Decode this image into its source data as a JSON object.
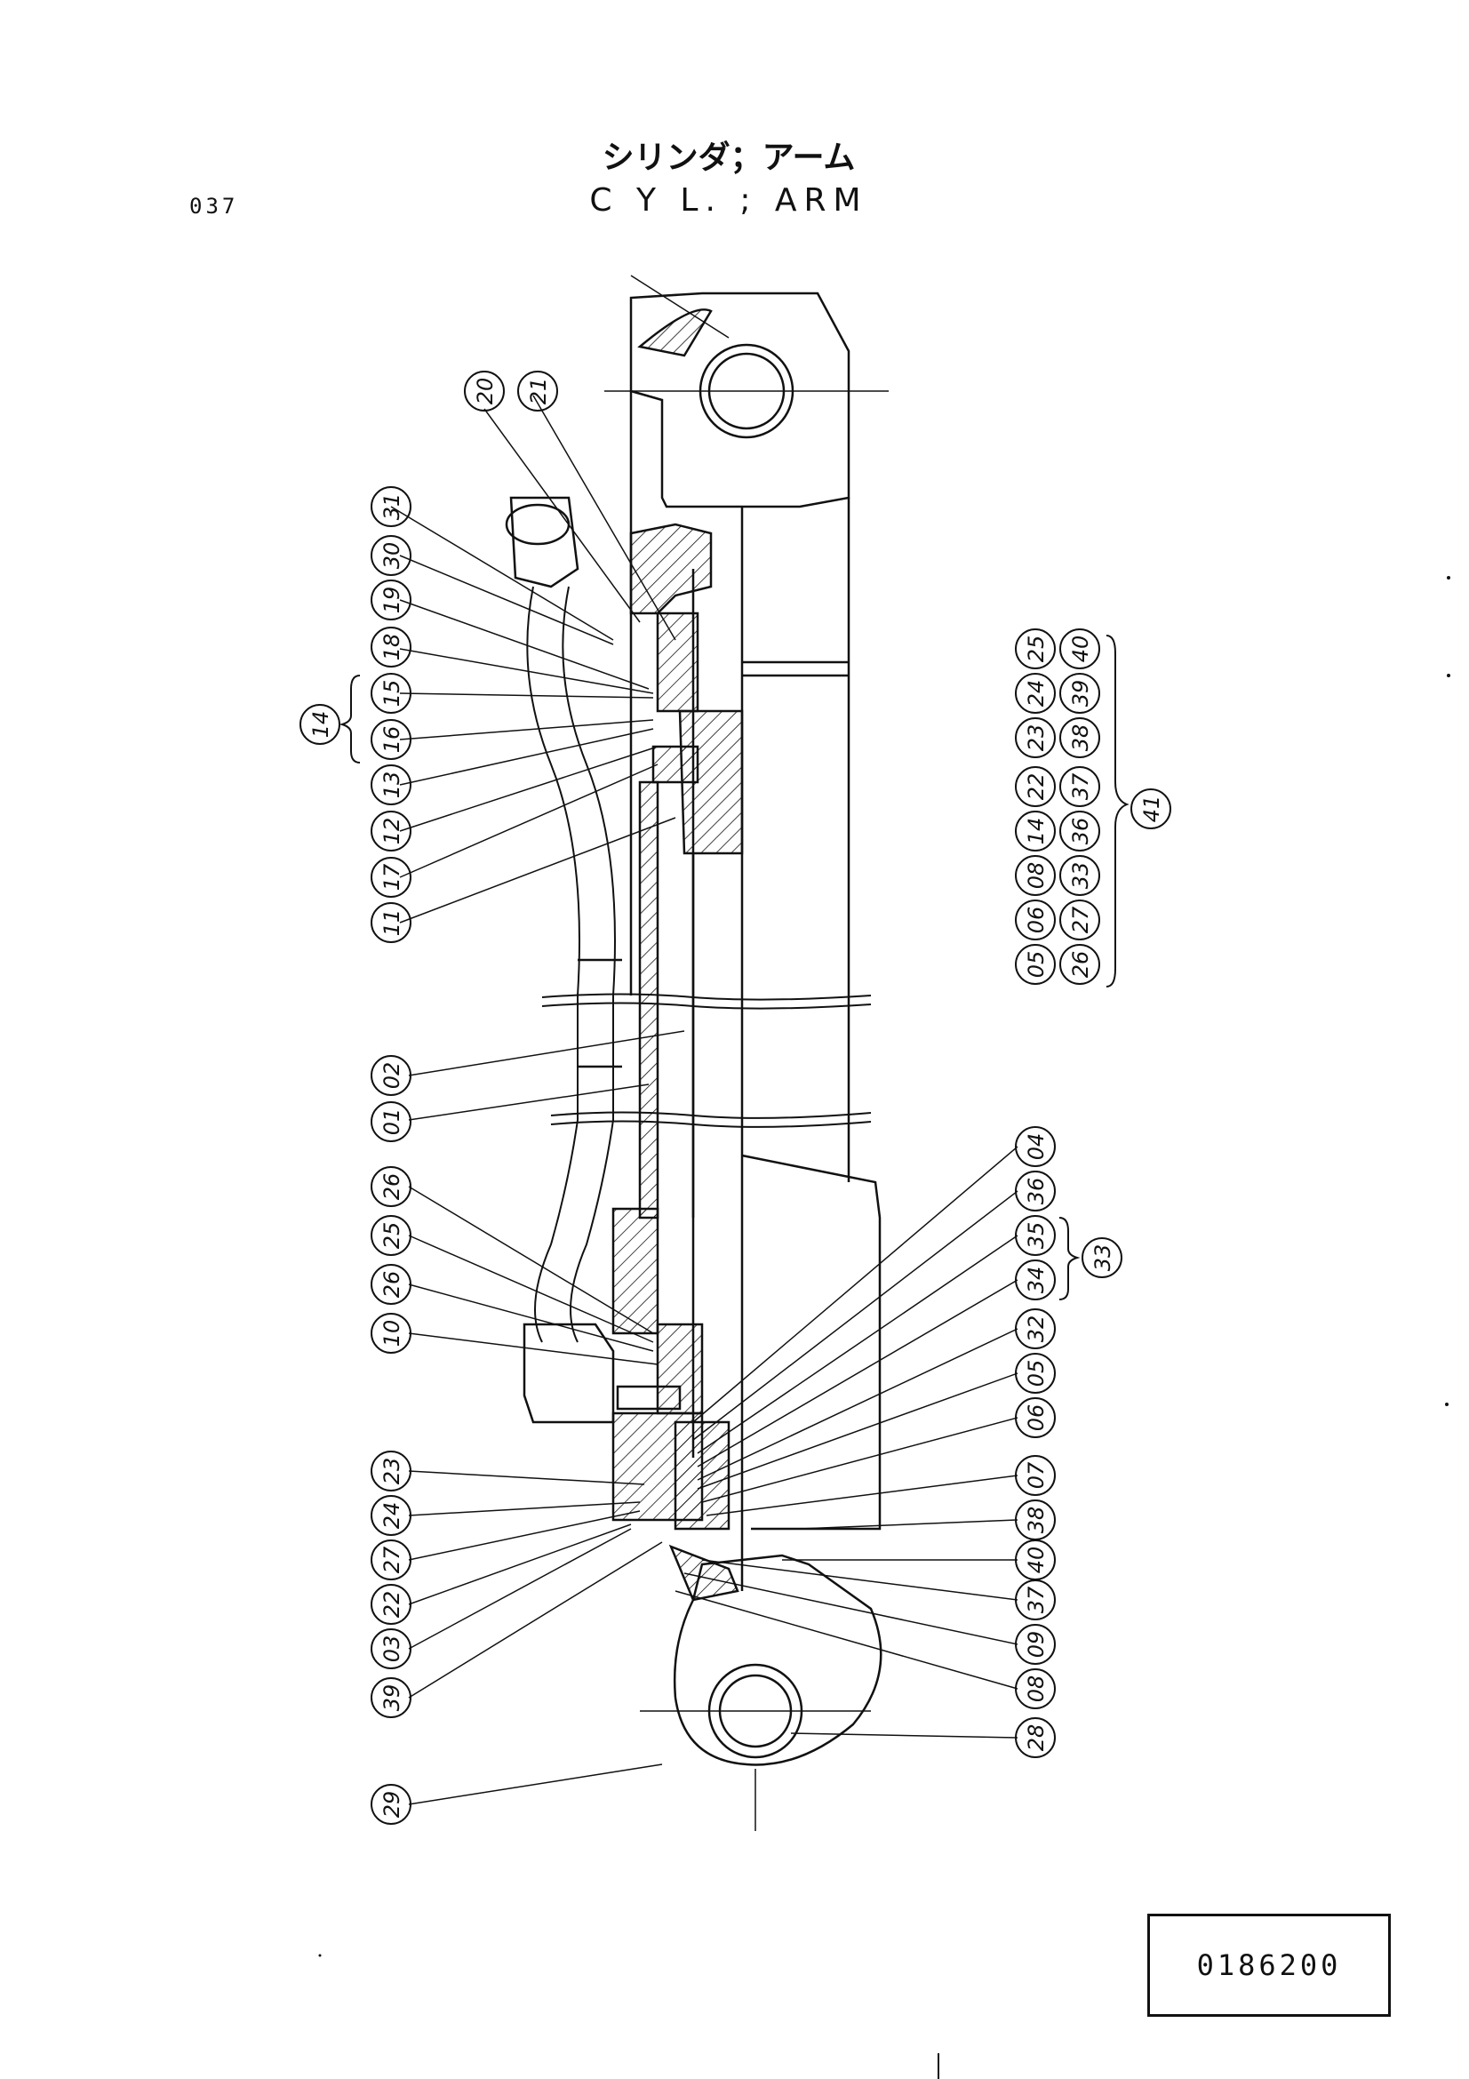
{
  "page_number": "037",
  "title_ja": "シリンダ；アーム",
  "title_en": "C Y L. ; ARM",
  "drawing_number": "0186200",
  "left_callouts": [
    "20",
    "21",
    "31",
    "30",
    "19",
    "18",
    "15",
    "16",
    "13",
    "12",
    "17",
    "11",
    "02",
    "01",
    "26",
    "25",
    "26",
    "10",
    "23",
    "24",
    "27",
    "22",
    "03",
    "39",
    "29"
  ],
  "left_group_label": "14",
  "right_callouts": [
    "04",
    "36",
    "35",
    "34",
    "32",
    "05",
    "06",
    "07",
    "38",
    "40",
    "37",
    "09",
    "08",
    "28"
  ],
  "right_group_label": "33",
  "kit_rows": [
    [
      "05",
      "06",
      "08",
      "14",
      "22",
      "23",
      "24",
      "25"
    ],
    [
      "26",
      "27",
      "33",
      "36",
      "37",
      "38",
      "39",
      "40"
    ]
  ],
  "kit_label": "41"
}
